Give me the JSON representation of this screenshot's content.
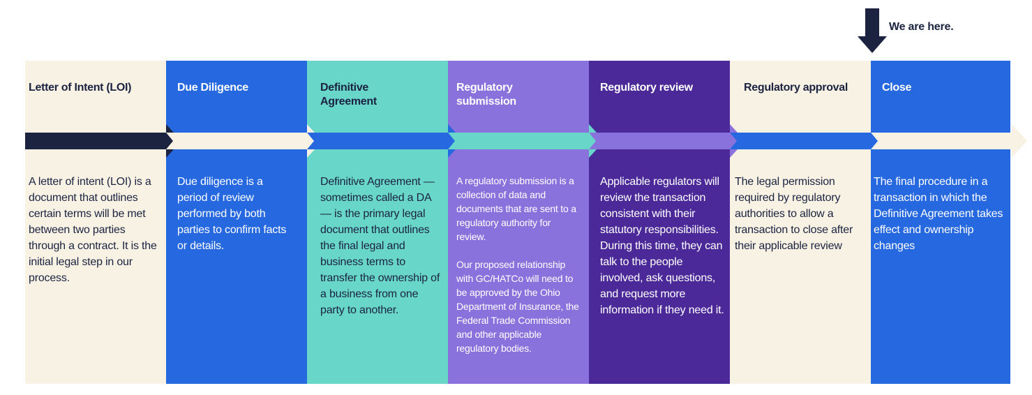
{
  "marker": {
    "label": "We are here."
  },
  "colors": {
    "cream": "#f8f2e4",
    "blue": "#2568e0",
    "teal": "#68d6c9",
    "lavender": "#8a72dc",
    "purple": "#4b2999",
    "navy": "#1b2340"
  },
  "stages": [
    {
      "title": "Letter of Intent (LOI)",
      "description": [
        "A letter of intent (LOI) is a document that outlines certain terms will be met between two parties through a contract. It is the initial legal step in our process."
      ],
      "bg": "#f8f2e4",
      "text_color": "#1b2340",
      "arrow_color": "#1b2340"
    },
    {
      "title": "Due Diligence",
      "description": [
        "Due diligence is a period of review performed by both parties to confirm facts or details."
      ],
      "bg": "#2568e0",
      "text_color": "#ffffff",
      "arrow_color": "#f8f2e4"
    },
    {
      "title": "Definitive Agreement",
      "description": [
        "Definitive Agreement — sometimes called a DA — is the primary legal document that outlines the final legal and business terms to transfer the ownership of a business from one party to another."
      ],
      "bg": "#68d6c9",
      "text_color": "#1b2340",
      "arrow_color": "#2568e0"
    },
    {
      "title": "Regulatory submission",
      "description": [
        "A regulatory submission is a collection of data and documents that are sent to a regulatory authority for review.",
        "Our proposed relationship with GC/HATCo will need to be approved by the Ohio Department of Insurance, the Federal Trade Commission and other applicable regulatory bodies."
      ],
      "bg": "#8a72dc",
      "text_color": "#ffffff",
      "arrow_color": "#68d6c9"
    },
    {
      "title": "Regulatory review",
      "description": [
        "Applicable regulators will review the transaction consistent with their statutory responsibilities. During this time, they can talk to the people involved, ask questions, and request more information if they need it."
      ],
      "bg": "#4b2999",
      "text_color": "#ffffff",
      "arrow_color": "#8a72dc"
    },
    {
      "title": "Regulatory approval",
      "description": [
        "The legal permission required by regulatory authorities to allow a transaction to close after their applicable review"
      ],
      "bg": "#f8f2e4",
      "text_color": "#1b2340",
      "arrow_color": "#2568e0"
    },
    {
      "title": "Close",
      "description": [
        "The final procedure in a transaction in which the Definitive Agreement takes effect and ownership changes"
      ],
      "bg": "#2568e0",
      "text_color": "#ffffff",
      "arrow_color": "#f8f2e4"
    }
  ]
}
